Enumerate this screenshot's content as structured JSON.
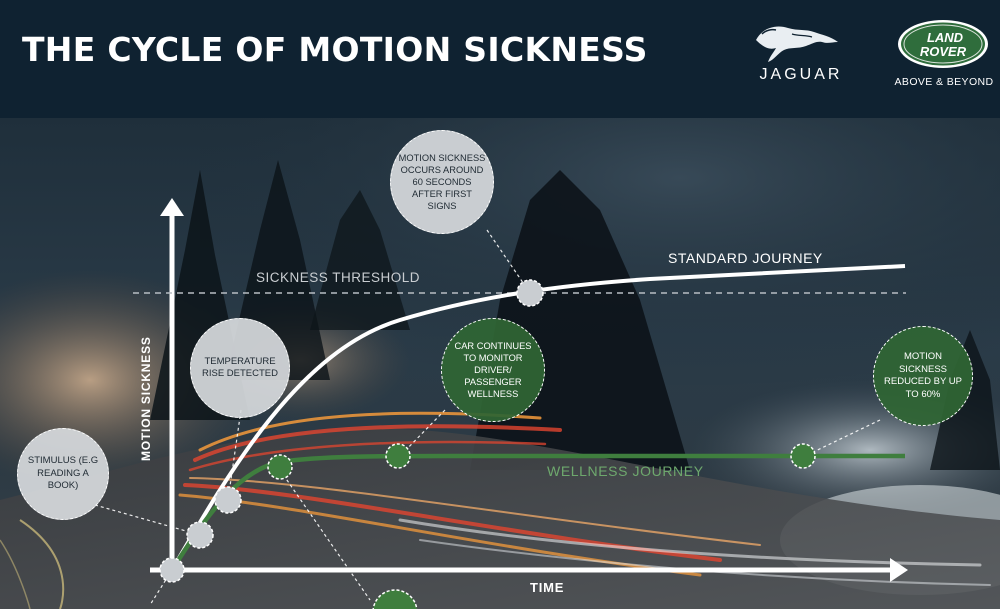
{
  "header": {
    "title": "THE CYCLE OF MOTION SICKNESS",
    "brands": {
      "jaguar": "JAGUAR",
      "land_rover_badge_line1": "LAND",
      "land_rover_badge_line2": "ROVER",
      "land_rover_tagline": "ABOVE & BEYOND"
    }
  },
  "diagram": {
    "y_axis_label": "MOTION SICKNESS",
    "x_axis_label": "TIME",
    "threshold_label": "SICKNESS THRESHOLD",
    "standard_journey_label": "STANDARD JOURNEY",
    "wellness_journey_label": "WELLNESS JOURNEY",
    "callouts": {
      "stimulus": "STIMULUS (E.G READING A BOOK)",
      "temperature": "TEMPERATURE RISE DETECTED",
      "motion_sickness_occurs": "MOTION SICKNESS OCCURS AROUND 60 SECONDS AFTER FIRST SIGNS",
      "car_monitors": "CAR CONTINUES TO MONITOR DRIVER/ PASSENGER WELLNESS",
      "reduced": "MOTION SICKNESS REDUCED BY UP TO 60%"
    },
    "colors": {
      "header_bg": "#0f2231",
      "standard_line": "#ffffff",
      "wellness_line": "#3f7e3e",
      "grey_callout": "#d7dadd",
      "green_callout": "#2f6534",
      "light_trail_red": "#e2452f",
      "light_trail_orange": "#f39a3b"
    }
  }
}
